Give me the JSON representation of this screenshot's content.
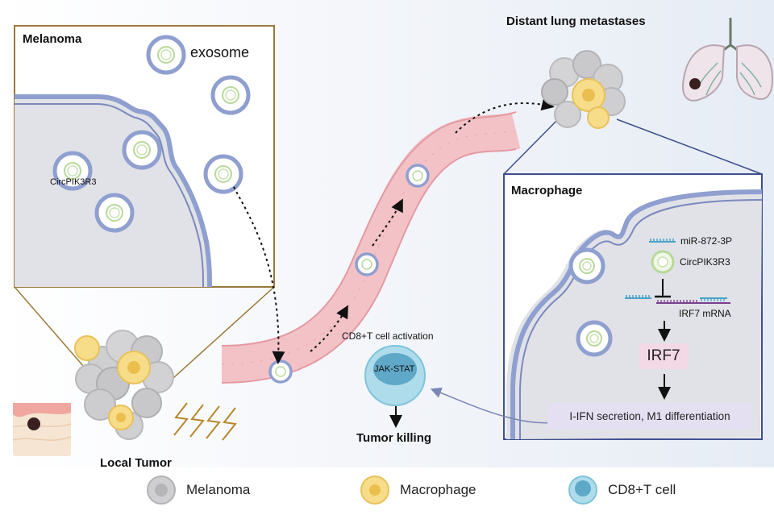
{
  "labels": {
    "melanoma_panel": "Melanoma",
    "exosome": "exosome",
    "circ_left": "CircPIK3R3",
    "distant": "Distant lung metastases",
    "macrophage_panel": "Macrophage",
    "mir": "miR-872-3P",
    "circ_right": "CircPIK3R3",
    "irf7_mrna": "IRF7 mRNA",
    "irf7": "IRF7",
    "ifn": "I-IFN secretion, M1 differentiation",
    "cd8_activation": "CD8+T cell activation",
    "jak_stat": "JAK-STAT",
    "tumor_killing": "Tumor killing",
    "local_tumor": "Local Tumor"
  },
  "legend": [
    {
      "label": "Melanoma",
      "icon": "melanoma-cell-icon",
      "color": "#c9c9c9"
    },
    {
      "label": "Macrophage",
      "icon": "macrophage-cell-icon",
      "color": "#f7dc8a"
    },
    {
      "label": "CD8+T cell",
      "icon": "cd8-t-cell-icon",
      "color": "#8fcde0"
    }
  ],
  "colors": {
    "membrane": "#8f9fcf",
    "cytoplasm": "#e2e3e7",
    "vessel": "#f2c2c6",
    "panel_border_left": "#9a7a3a",
    "panel_border_right": "#3f4f8f",
    "background_right": "#e8eef6"
  }
}
